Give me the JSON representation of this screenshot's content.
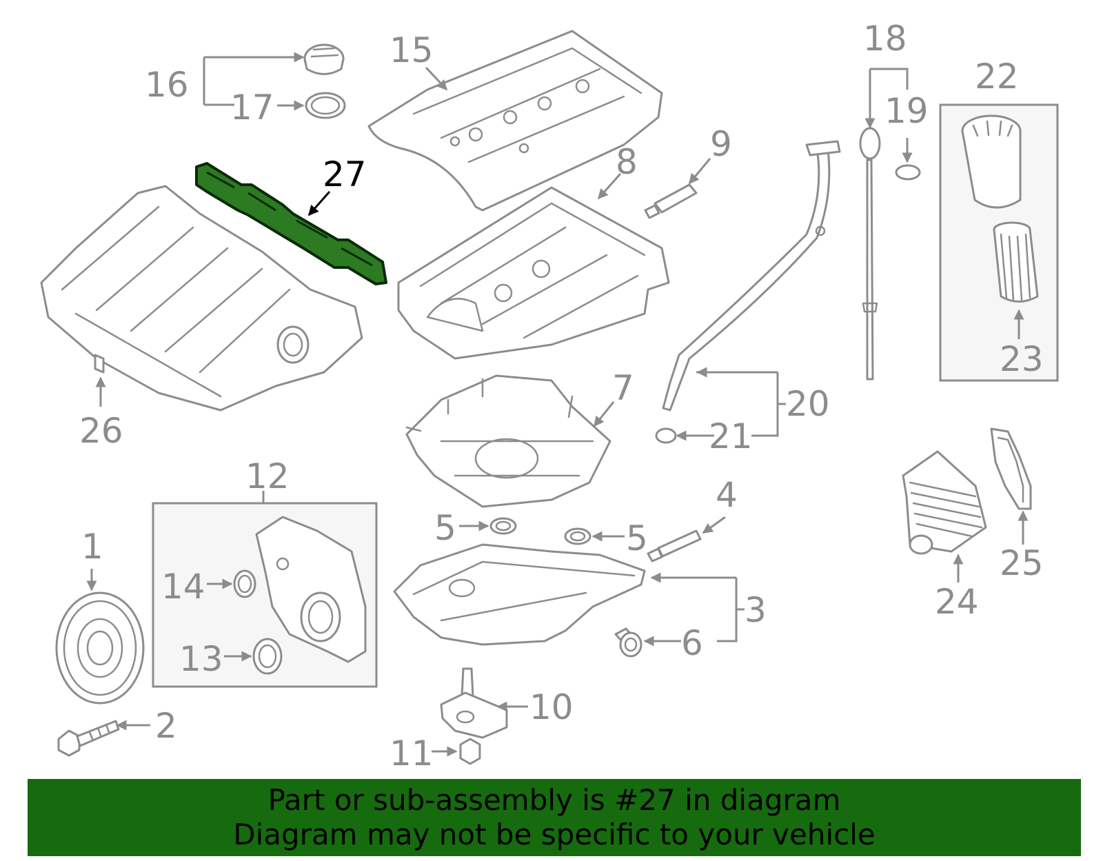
{
  "highlight_color": "#2c7a22",
  "footer_color": "#166b0e",
  "highlighted_part": "27",
  "labels": {
    "p1": "1",
    "p2": "2",
    "p3": "3",
    "p4": "4",
    "p5a": "5",
    "p5b": "5",
    "p6": "6",
    "p7": "7",
    "p8": "8",
    "p9": "9",
    "p10": "10",
    "p11": "11",
    "p12": "12",
    "p13": "13",
    "p14": "14",
    "p15": "15",
    "p16": "16",
    "p17": "17",
    "p18": "18",
    "p19": "19",
    "p20": "20",
    "p21": "21",
    "p22": "22",
    "p23": "23",
    "p24": "24",
    "p25": "25",
    "p26": "26",
    "p27": "27"
  },
  "footer": {
    "line1": "Part or sub-assembly is #27 in diagram",
    "line2": "Diagram may not be specific to your vehicle"
  }
}
